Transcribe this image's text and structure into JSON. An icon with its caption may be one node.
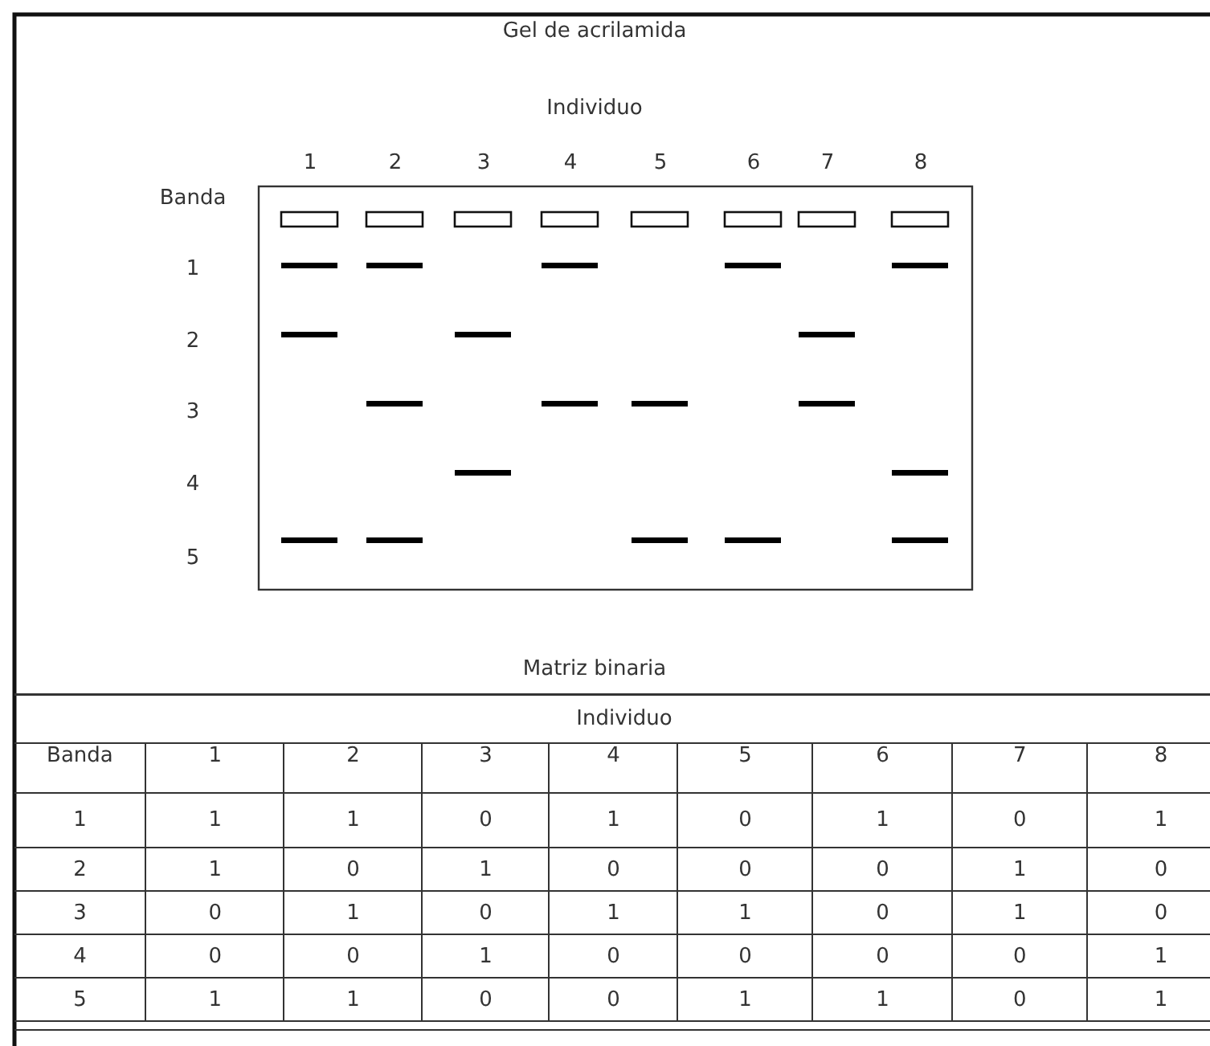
{
  "diagram": {
    "labels": [
      "Gel de acrilamida",
      "Individuo",
      "1",
      "2",
      "3",
      "4",
      "5",
      "6",
      "7",
      "8",
      "Banda",
      "1",
      "2",
      "3",
      "4",
      "5",
      "Matriz binaria",
      "Individuo",
      "Banda",
      "1",
      "2",
      "3",
      "4",
      "5",
      "6",
      "7",
      "8",
      "1",
      "1",
      "1",
      "0",
      "1",
      "0",
      "1",
      "0",
      "1",
      "2",
      "1",
      "0",
      "1",
      "0",
      "0",
      "0",
      "1",
      "0",
      "3",
      "0",
      "1",
      "0",
      "1",
      "1",
      "0",
      "1",
      "0",
      "4",
      "0",
      "0",
      "1",
      "0",
      "0",
      "0",
      "0",
      "1",
      "5",
      "1",
      "1",
      "0",
      "0",
      "1",
      "1",
      "0",
      "1"
    ]
  }
}
